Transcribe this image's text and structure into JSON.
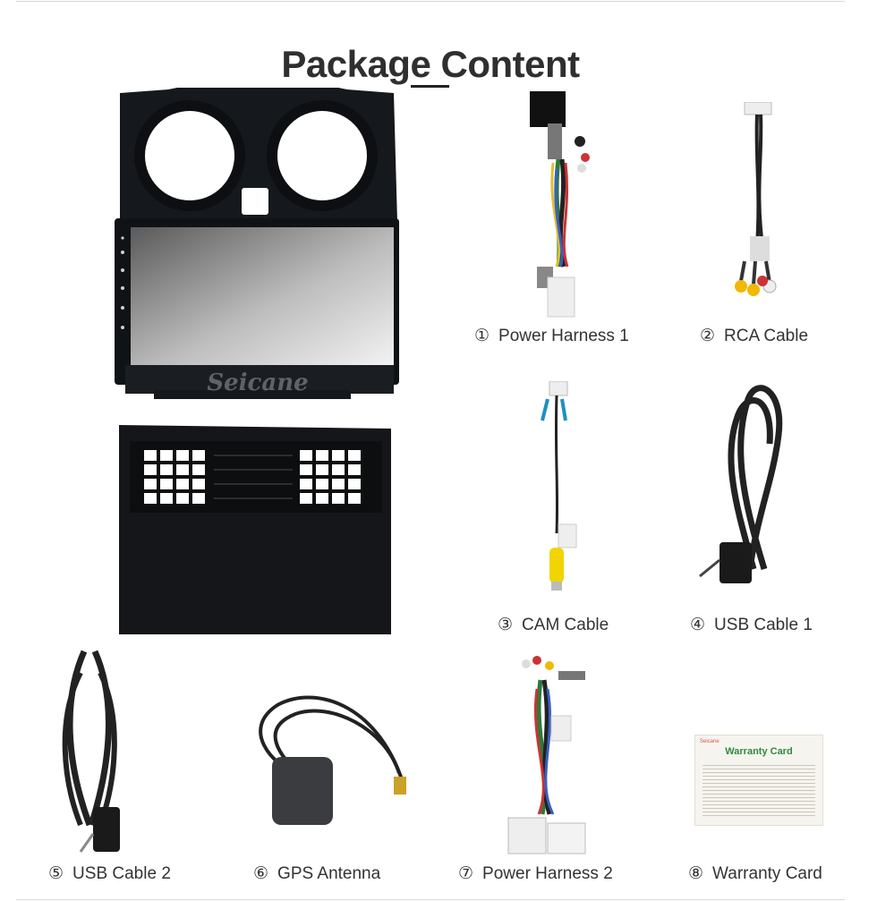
{
  "header": {
    "title": "Package Content"
  },
  "product": {
    "brand_watermark": "Seicane"
  },
  "items": [
    {
      "number": "①",
      "label": "Power Harness 1"
    },
    {
      "number": "②",
      "label": "RCA Cable"
    },
    {
      "number": "③",
      "label": "CAM Cable"
    },
    {
      "number": "④",
      "label": "USB Cable 1"
    },
    {
      "number": "⑤",
      "label": "USB Cable 2"
    },
    {
      "number": "⑥",
      "label": "GPS Antenna"
    },
    {
      "number": "⑦",
      "label": "Power Harness 2"
    },
    {
      "number": "⑧",
      "label": "Warranty Card"
    }
  ],
  "warranty_card": {
    "brand": "Seicane",
    "title": "Warranty Card"
  },
  "colors": {
    "title": "#2f2f2f",
    "device_body": "#111418",
    "card_title": "#2f8a3c",
    "card_brand": "#d9534f"
  }
}
